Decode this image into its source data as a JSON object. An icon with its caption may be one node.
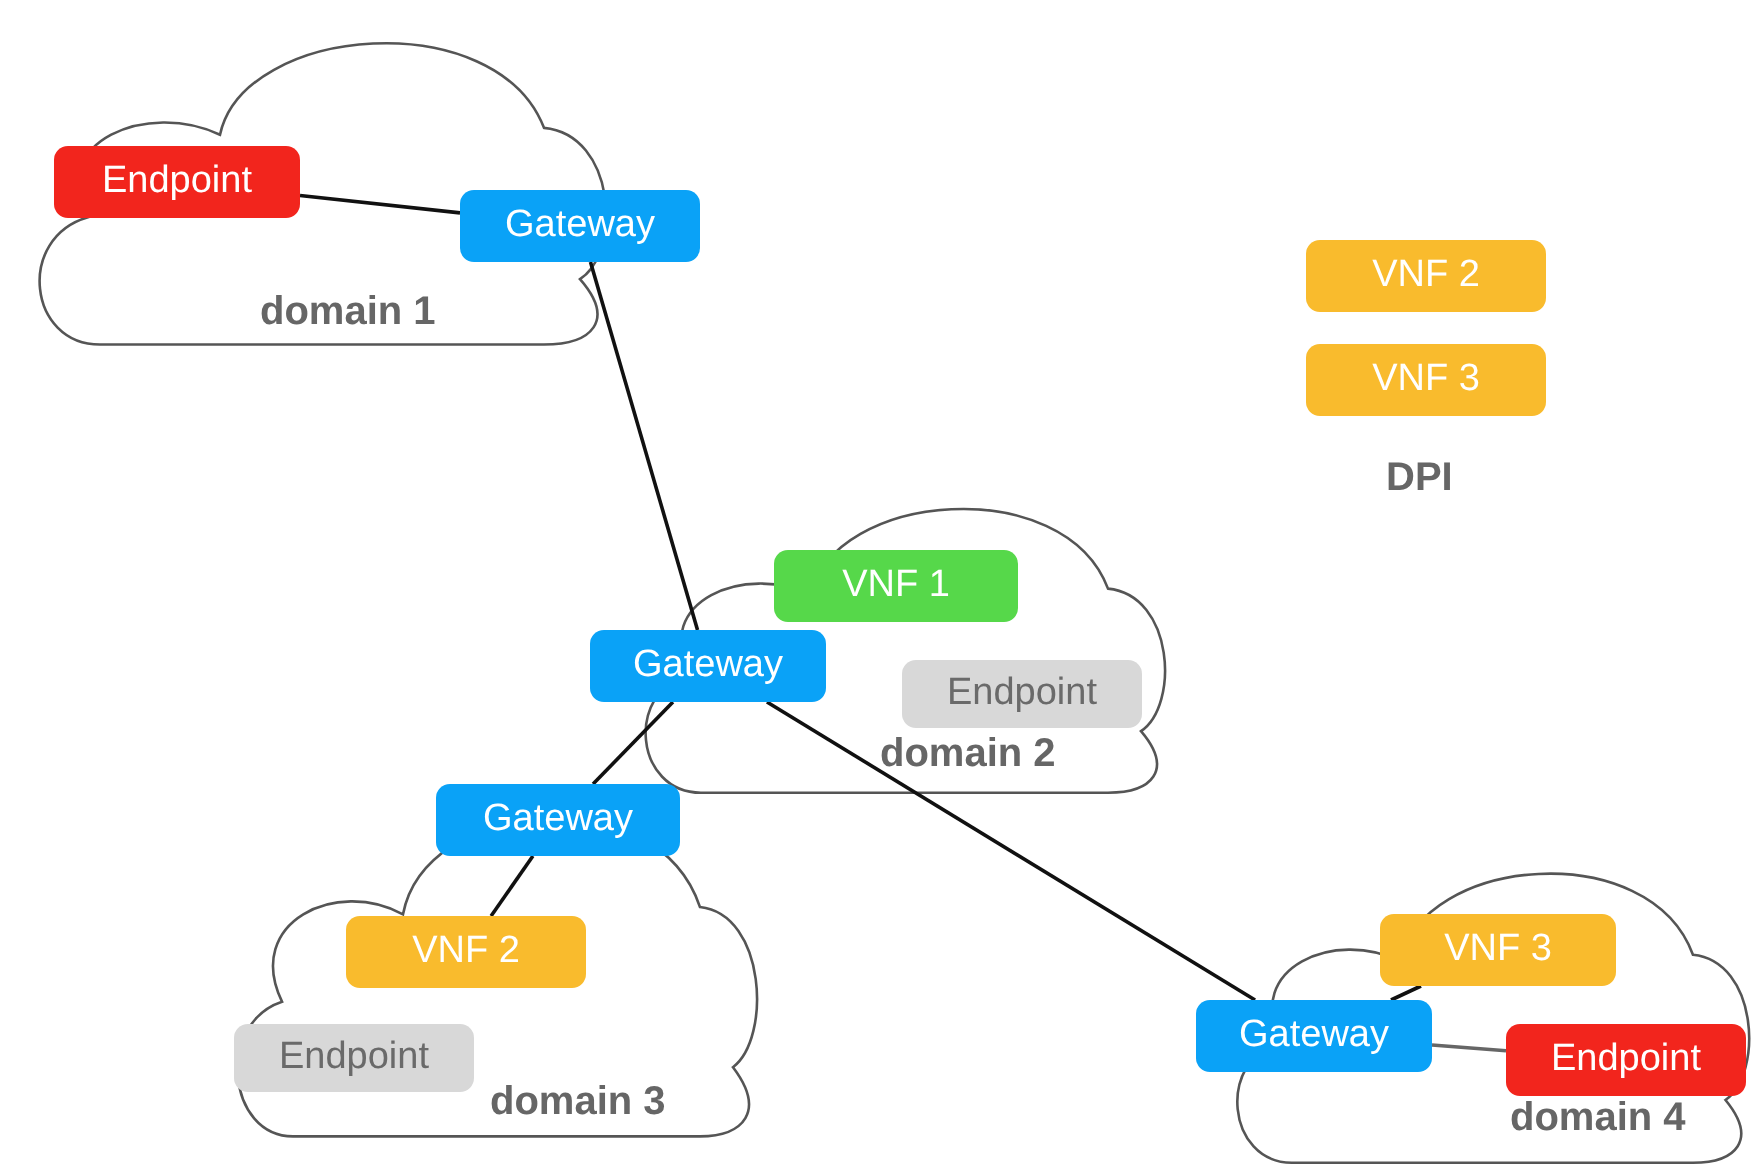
{
  "diagram": {
    "nodes": [
      {
        "text": [
          "domain 1"
        ]
      },
      {
        "text": [
          "Endpoint"
        ],
        "in": 0
      },
      {
        "text": [
          "Gateway"
        ]
      },
      {
        "text": [
          "VNF 2"
        ]
      },
      {
        "text": [
          "VNF 3"
        ]
      },
      {
        "text": [
          "domain 2"
        ]
      },
      {
        "text": [
          "VNF 1"
        ],
        "in": 5
      },
      {
        "text": [
          "Gateway"
        ]
      },
      {
        "text": [
          "Endpoint"
        ],
        "in": 5
      },
      {
        "text": [
          "domain 3"
        ]
      },
      {
        "text": [
          "Gateway"
        ]
      },
      {
        "text": [
          "VNF 2"
        ],
        "in": 9
      },
      {
        "text": [
          "Endpoint"
        ],
        "in": 9
      },
      {
        "text": [
          "domain 4"
        ]
      },
      {
        "text": [
          "VNF 3"
        ],
        "in": 13
      },
      {
        "text": [
          "Gateway"
        ]
      },
      {
        "text": [
          "Endpoint"
        ],
        "in": 13
      }
    ],
    "edges": [
      {
        "from": 1,
        "to": 2,
        "arrow": "none"
      },
      {
        "from": 2,
        "to": 7,
        "arrow": "none"
      },
      {
        "from": 7,
        "to": 10,
        "arrow": "none"
      },
      {
        "from": 10,
        "to": 11,
        "arrow": "none"
      },
      {
        "from": 7,
        "to": 15,
        "arrow": "none"
      },
      {
        "from": 15,
        "to": 14,
        "arrow": "none"
      },
      {
        "from": 15,
        "to": 16,
        "arrow": "none",
        "color": "#666666"
      }
    ],
    "labels": [
      "DPI"
    ]
  }
}
